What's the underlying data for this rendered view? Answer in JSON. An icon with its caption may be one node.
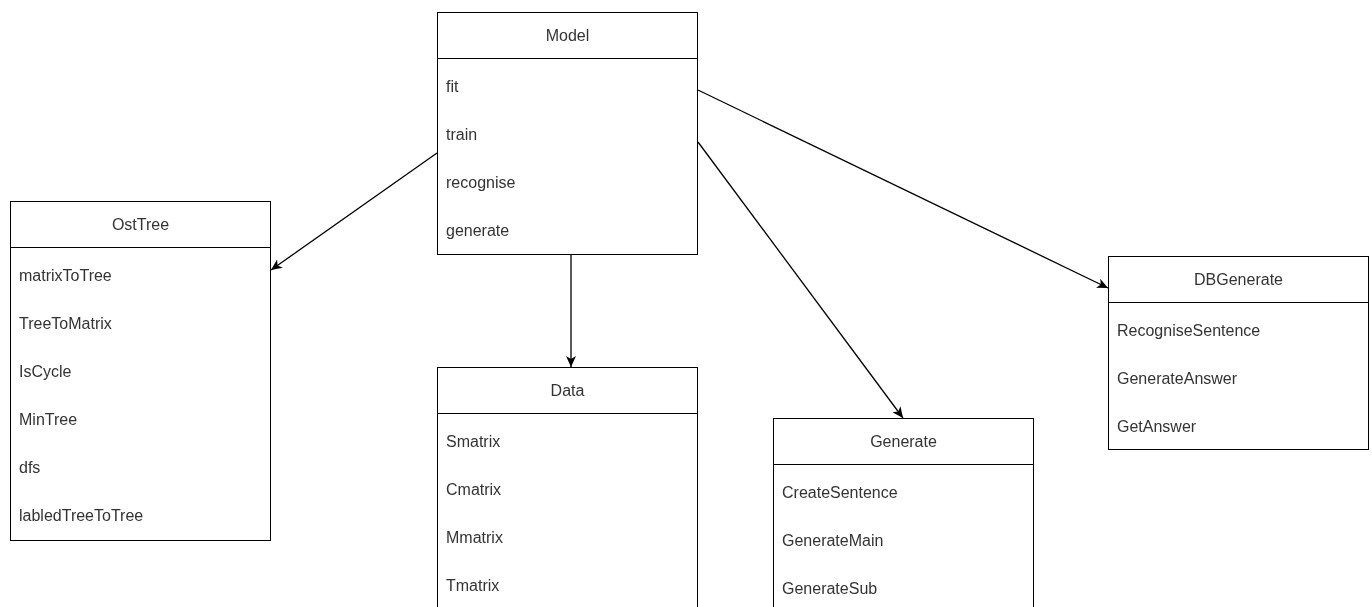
{
  "diagram": {
    "nodes": [
      {
        "text": [
          "Model",
          "fit",
          "train",
          "recognise",
          "generate"
        ]
      },
      {
        "text": [
          "OstTree",
          "matrixToTree",
          "TreeToMatrix",
          "IsCycle",
          "MinTree",
          "dfs",
          "labledTreeToTree"
        ]
      },
      {
        "text": [
          "Data",
          "Smatrix",
          "Cmatrix",
          "Mmatrix",
          "Tmatrix"
        ]
      },
      {
        "text": [
          "Generate",
          "CreateSentence",
          "GenerateMain",
          "GenerateSub"
        ]
      },
      {
        "text": [
          "DBGenerate",
          "RecogniseSentence",
          "GenerateAnswer",
          "GetAnswer"
        ]
      }
    ],
    "edges": [
      {
        "from": 0,
        "to": 1,
        "arrow": "to"
      },
      {
        "from": 0,
        "to": 2,
        "arrow": "to"
      },
      {
        "from": 0,
        "to": 3,
        "arrow": "to"
      },
      {
        "from": 0,
        "to": 4,
        "arrow": "to"
      }
    ]
  }
}
